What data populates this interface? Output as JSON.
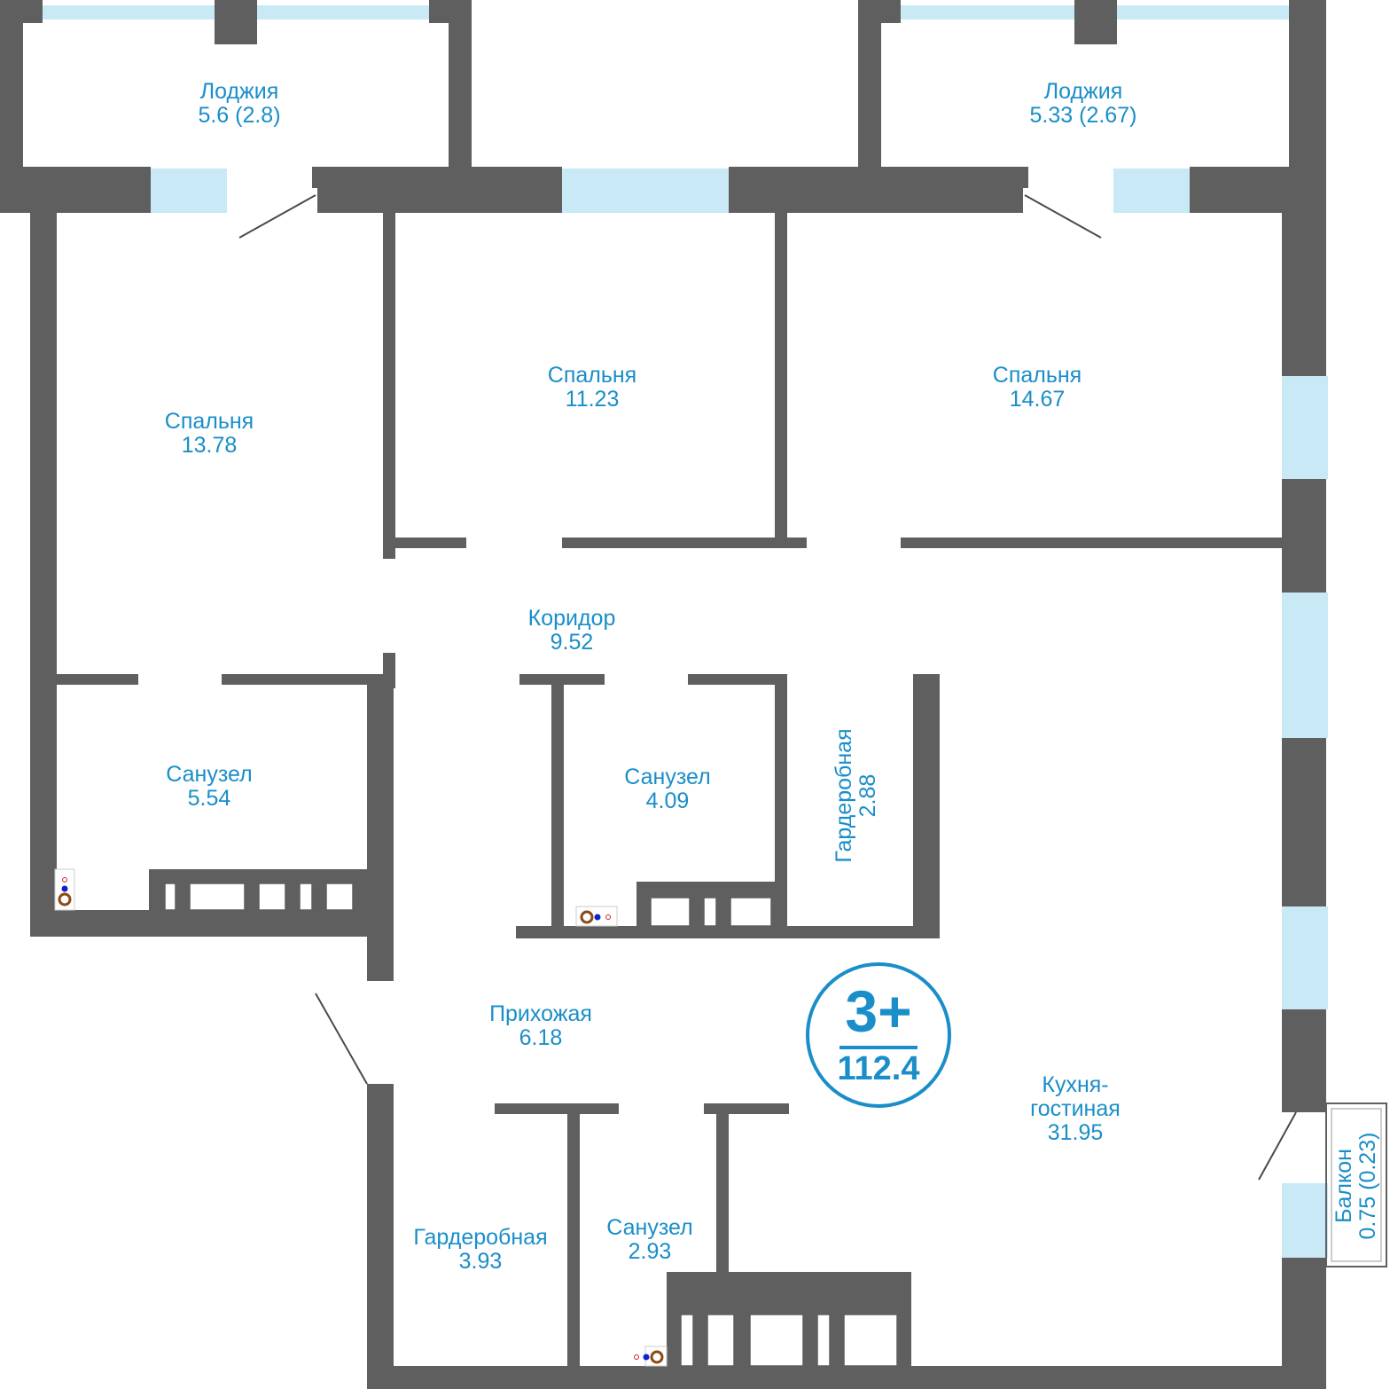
{
  "rooms": [
    {
      "id": "loggia-left",
      "name": "Лоджия",
      "area": "5.6 (2.8)"
    },
    {
      "id": "loggia-right",
      "name": "Лоджия",
      "area": "5.33 (2.67)"
    },
    {
      "id": "bedroom-left",
      "name": "Спальня",
      "area": "13.78"
    },
    {
      "id": "bedroom-center",
      "name": "Спальня",
      "area": "11.23"
    },
    {
      "id": "bedroom-right",
      "name": "Спальня",
      "area": "14.67"
    },
    {
      "id": "corridor",
      "name": "Коридор",
      "area": "9.52"
    },
    {
      "id": "bathroom-left",
      "name": "Санузел",
      "area": "5.54"
    },
    {
      "id": "bathroom-center",
      "name": "Санузел",
      "area": "4.09"
    },
    {
      "id": "wardrobe-center",
      "name": "Гардеробная",
      "area": "2.88"
    },
    {
      "id": "hallway",
      "name": "Прихожая",
      "area": "6.18"
    },
    {
      "id": "kitchen-living",
      "name": "Кухня-\nгостиная",
      "name_line1": "Кухня-",
      "name_line2": "гостиная",
      "area": "31.95"
    },
    {
      "id": "wardrobe-bottom",
      "name": "Гардеробная",
      "area": "3.93"
    },
    {
      "id": "bathroom-bottom",
      "name": "Санузел",
      "area": "2.93"
    },
    {
      "id": "balcony",
      "name": "Балкон",
      "area": "0.75 (0.23)"
    }
  ],
  "summary": {
    "rooms_label": "3+",
    "total_area": "112.4"
  },
  "colors": {
    "wall": "#5f5f5f",
    "window": "#c8e9f5",
    "text": "#1a8ec9"
  }
}
